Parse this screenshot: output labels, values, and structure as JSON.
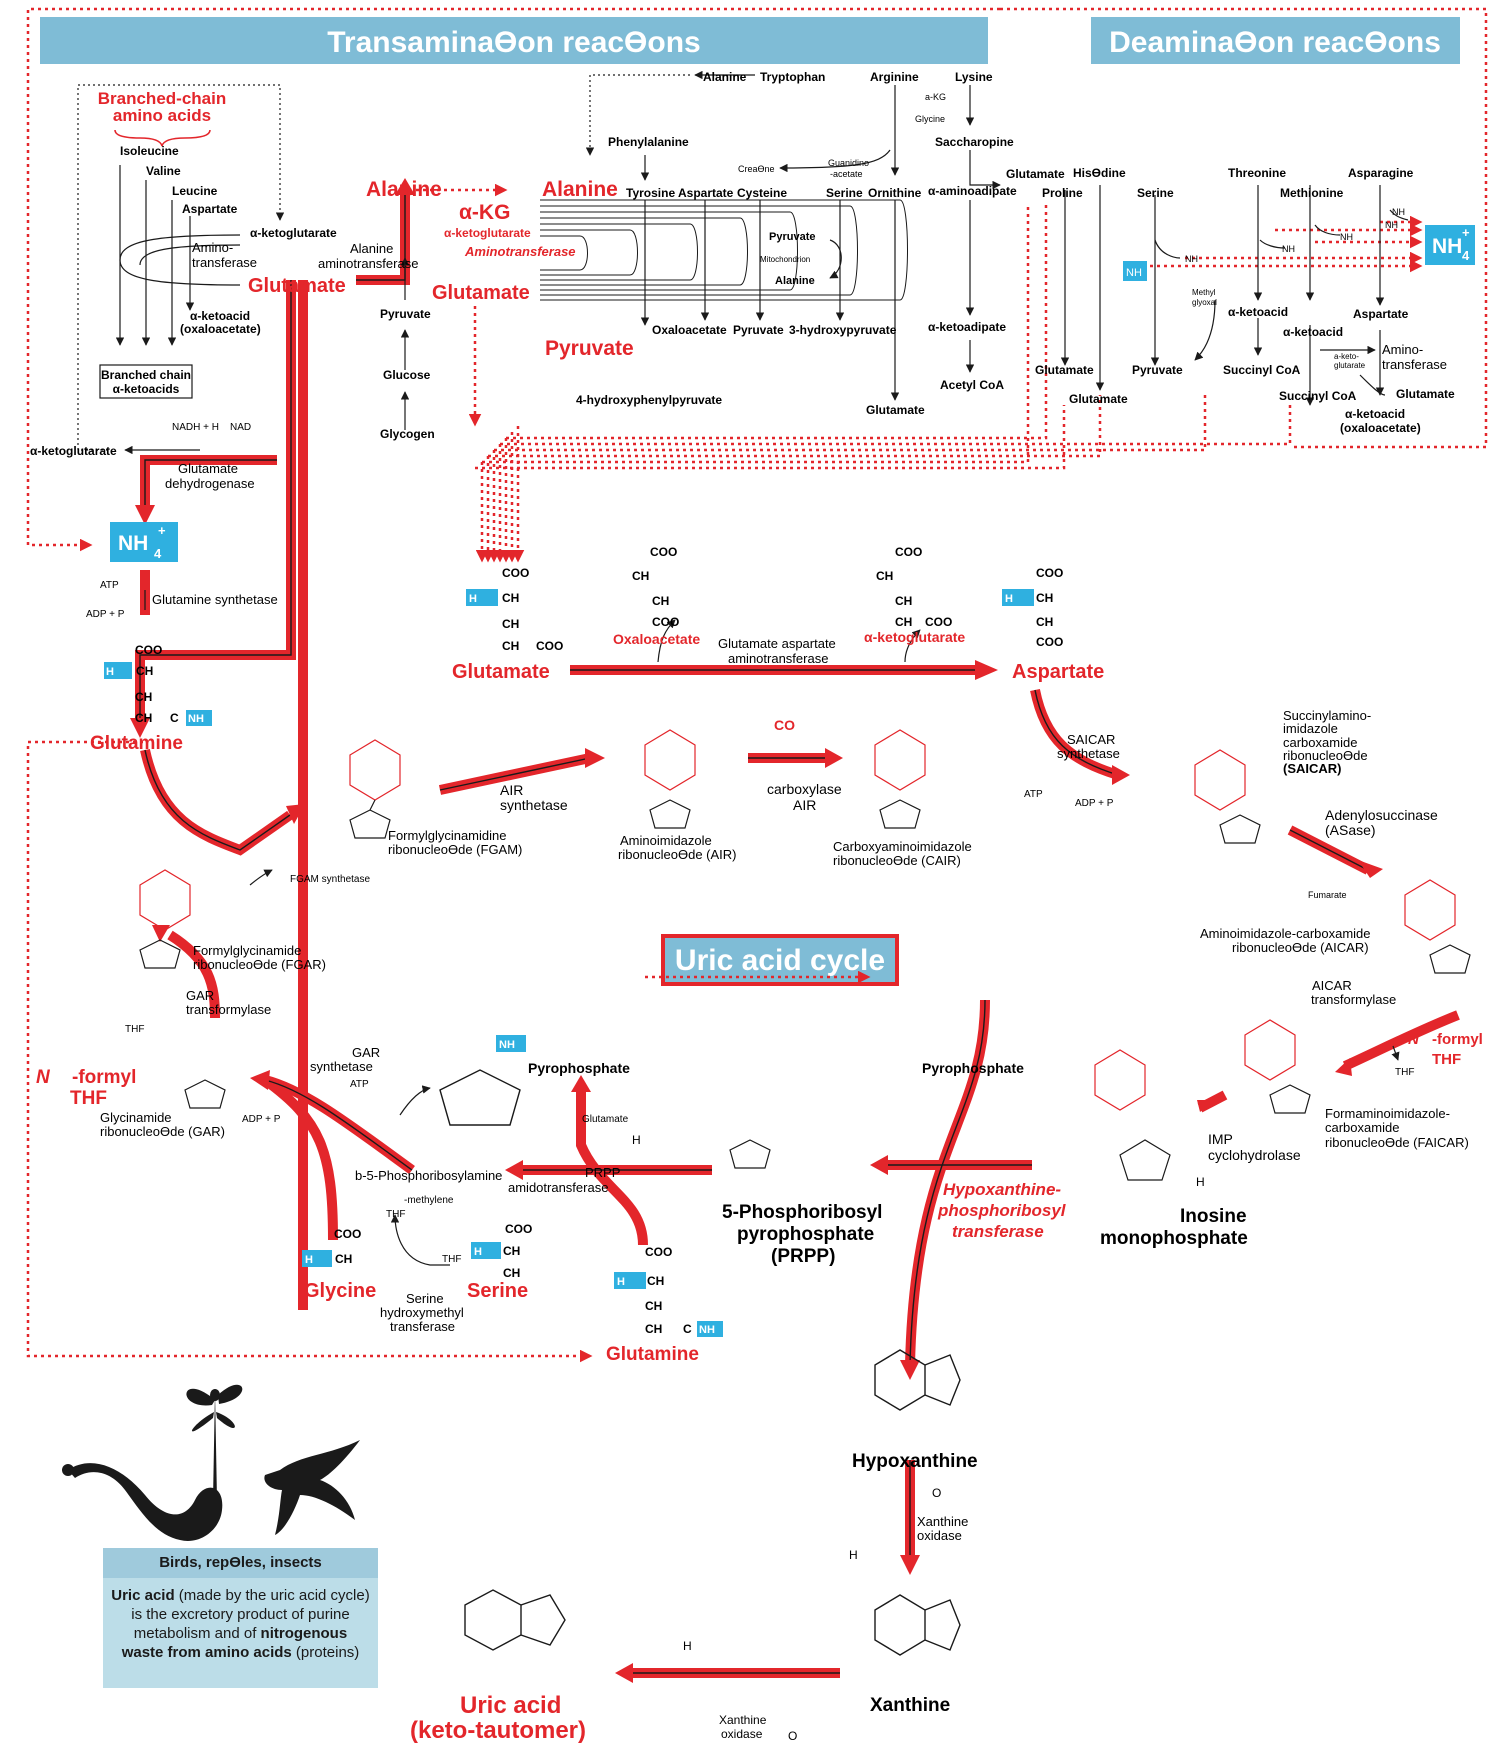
{
  "headers": {
    "transamination": "TransaminaƟon reacƟons",
    "deamination": "DeaminaƟon reacƟons",
    "uric_cycle": "Uric acid cycle"
  },
  "colors": {
    "red": "#e3262b",
    "blue_header": "#7fbcd6",
    "cyan_tag": "#2fb0e0",
    "legend_bg": "#bcdde8"
  },
  "bca": {
    "title1": "Branched-chain",
    "title2": "amino acids",
    "isoleucine": "Isoleucine",
    "valine": "Valine",
    "leucine": "Leucine",
    "aspartate": "Aspartate",
    "akg": "α-ketoglutarate",
    "amino1": "Amino-",
    "amino2": "transferase",
    "ketoacid1": "α-ketoacid",
    "ketoacid2": "(oxaloacetate)",
    "box1": "Branched chain",
    "box2": "α-ketoacids",
    "glutamate": "Glutamate",
    "alanine_at1": "Alanine",
    "alanine_at2": "aminotransferase",
    "nadh": "NADH + H",
    "nad": "NAD",
    "akg_left": "α-ketoglutarate",
    "gdh1": "Glutamate",
    "gdh2": "dehydrogenase"
  },
  "glycolysis": {
    "alanine": "Alanine",
    "pyruvate": "Pyruvate",
    "glucose": "Glucose",
    "glycogen": "Glycogen"
  },
  "center": {
    "alanine": "Alanine",
    "akg": "α-KG",
    "akg_full": "α-ketoglutarate",
    "aminotransferase": "Aminotransferase",
    "glutamate": "Glutamate",
    "pyruvate": "Pyruvate",
    "tryptophan": "Tryptophan",
    "alanine_top": "Alanine",
    "arginine": "Arginine",
    "lysine": "Lysine",
    "a_kg_small": "a-KG",
    "glycine_small": "Glycine",
    "saccharopine": "Saccharopine",
    "phenylalanine": "Phenylalanine",
    "creatine": "CreaƟne",
    "guanidino1": "Guanidino",
    "guanidino2": "-acetate",
    "tyrosine": "Tyrosine",
    "aspartate": "Aspartate",
    "cysteine": "Cysteine",
    "serine": "Serine",
    "ornithine": "Ornithine",
    "aminoadipate": "α-aminoadipate",
    "glutamate_r": "Glutamate",
    "pyruvate_small": "Pyruvate",
    "mitochondrion": "Mitochondrion",
    "alanine_small": "Alanine",
    "oxaloacetate": "Oxaloacetate",
    "pyruvate2": "Pyruvate",
    "hydroxypyruvate": "3-hydroxypyruvate",
    "ketoadipate": "α-ketoadipate",
    "hpp": "4-hydroxyphenylpyruvate",
    "glutamate_bottom": "Glutamate",
    "acetylcoa": "Acetyl CoA"
  },
  "deam": {
    "histidine": "HisƟdine",
    "proline": "Proline",
    "serine": "Serine",
    "threonine": "Threonine",
    "asparagine": "Asparagine",
    "methionine": "Methionine",
    "methylglyoxal1": "Methyl",
    "methylglyoxal2": "glyoxal",
    "ketoacid": "α-ketoacid",
    "ketoacid2": "α-ketoacid",
    "aspartate": "Aspartate",
    "amino1": "Amino-",
    "amino2": "transferase",
    "aketo1": "a-keto-",
    "aketo2": "glutarate",
    "glutamate1": "Glutamate",
    "glutamate2": "Glutamate",
    "pyruvate": "Pyruvate",
    "succinyl1": "Succinyl CoA",
    "succinyl2": "Succinyl CoA",
    "glutamate3": "Glutamate",
    "ketoacid3": "α-ketoacid",
    "oxaloacetate": "(oxaloacetate)",
    "nh4_label": "NH",
    "nh4_small": "NH"
  },
  "middle": {
    "nh4": "NH",
    "atp": "ATP",
    "adp": "ADP + P",
    "gs": "Glutamine synthetase",
    "glutamine": "Glutamine",
    "glutamate": "Glutamate",
    "oxaloacetate": "Oxaloacetate",
    "gaat1": "Glutamate aspartate",
    "gaat2": "aminotransferase",
    "akg": "α-ketoglutarate",
    "aspartate": "Aspartate",
    "coo": "COO",
    "ch": "CH",
    "ch2": "CH",
    "co": "C",
    "nh2": "NH",
    "h3n": "H"
  },
  "purine": {
    "fgam_synth": "FGAM synthetase",
    "fgam1": "Formylglycinamidine",
    "fgam2": "ribonucleoƟde (FGAM)",
    "air_synth1": "AIR",
    "air_synth2": "synthetase",
    "air1": "Aminoimidazole",
    "air2": "ribonucleoƟde (AIR)",
    "co2": "CO",
    "air_carb1": "AIR",
    "air_carb2": "carboxylase",
    "cair1": "Carboxyaminoimidazole",
    "cair2": "ribonucleoƟde (CAIR)",
    "saicar_synth1": "SAICAR",
    "saicar_synth2": "synthetase",
    "saicar1": "Succinylamino-",
    "saicar2": "imidazole",
    "saicar3": "carboxamide",
    "saicar4": "ribonucleoƟde",
    "saicar5": "(SAICAR)",
    "asase1": "Adenylosuccinase",
    "asase2": "(ASase)",
    "fumarate": "Fumarate",
    "aicar1": "Aminoimidazole-carboxamide",
    "aicar2": "ribonucleoƟde (AICAR)",
    "aicar_tf1": "AICAR",
    "aicar_tf2": "transformylase",
    "n10": "N",
    "formyl": "-formyl",
    "thf": "THF",
    "faicar1": "Formaminoimidazole-",
    "faicar2": "carboxamide",
    "faicar3": "ribonucleoƟde (FAICAR)",
    "imp_cyc1": "IMP",
    "imp_cyc2": "cyclohydrolase",
    "h2o": "H",
    "inosine1": "Inosine",
    "inosine2": "monophosphate",
    "fgar1": "Formylglycinamide",
    "fgar2": "ribonucleoƟde (FGAR)",
    "gar_tf1": "GAR",
    "gar_tf2": "transformylase",
    "gar1": "Glycinamide",
    "gar2": "ribonucleoƟde (GAR)",
    "gar_synth1": "GAR",
    "gar_synth2": "synthetase",
    "prib": "b-5-Phosphoribosylamine",
    "prpp_at1": "PRPP",
    "prpp_at2": "amidotransferase",
    "prpp1": "5-Phosphoribosyl",
    "prpp2": "pyrophosphate",
    "prpp3": "(PRPP)",
    "pyrophosphate": "Pyrophosphate",
    "hgprt1": "Hypoxanthine-",
    "hgprt2": "phosphoribosyl",
    "hgprt3": "transferase",
    "glycine": "Glycine",
    "serine": "Serine",
    "shmt1": "Serine",
    "shmt2": "hydroxymethyl",
    "shmt3": "transferase",
    "methylene": "-methylene",
    "glutamine": "Glutamine",
    "glutamine_small": "Glutamate"
  },
  "bottom": {
    "hypoxanthine": "Hypoxanthine",
    "xo1": "Xanthine",
    "xo2": "oxidase",
    "xanthine": "Xanthine",
    "uric1": "Uric acid",
    "uric2": "(keto-tautomer)",
    "h2o2": "H",
    "o2": "O"
  },
  "legend": {
    "title": "Birds, repƟles, insects",
    "t1": "Uric acid",
    "t2": " (made by the uric acid cycle) is the excretory product of purine metabolism and of ",
    "t3": "nitrogenous waste from amino acids",
    "t4": " (proteins)"
  }
}
